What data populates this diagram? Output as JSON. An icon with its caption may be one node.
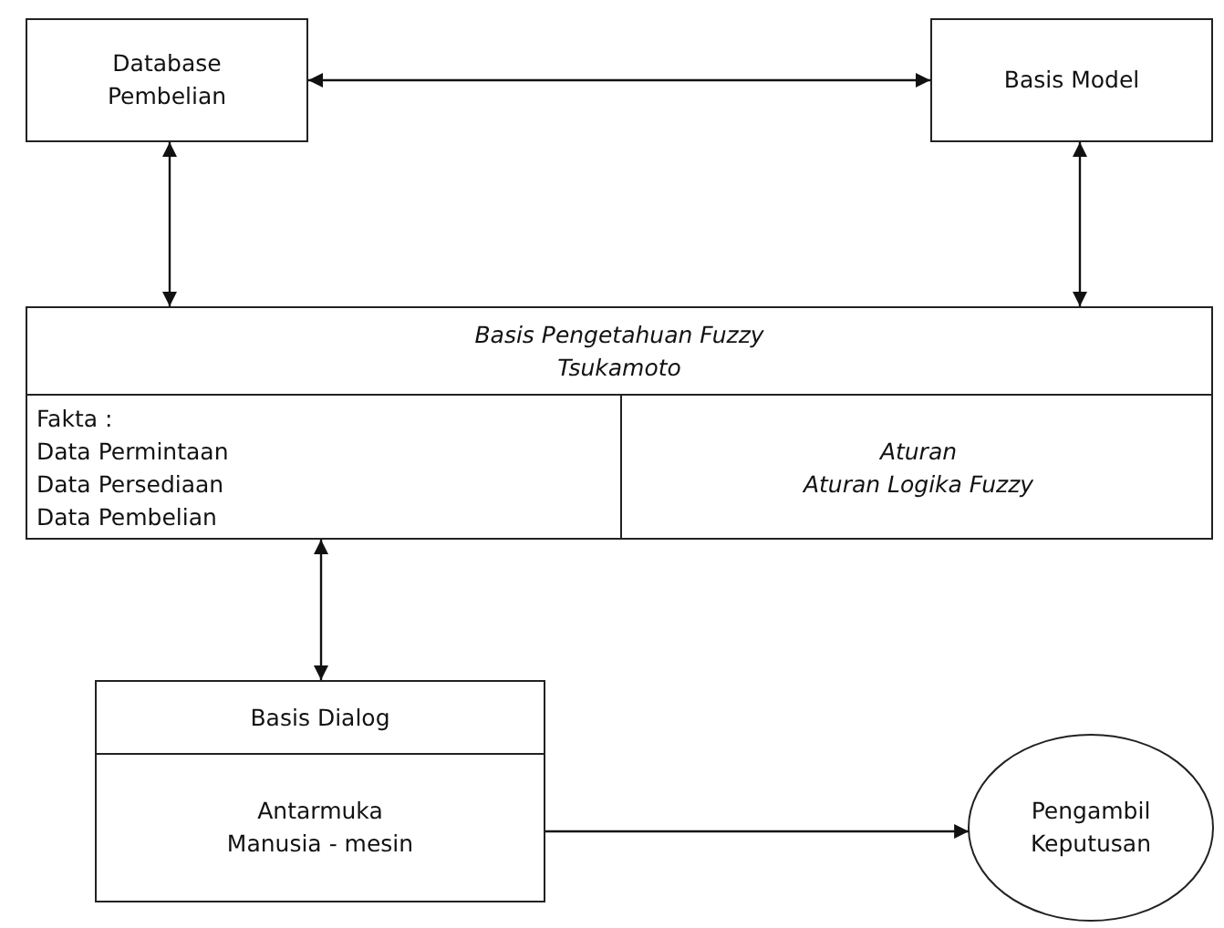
{
  "diagram": {
    "nodes": [
      {
        "text": [
          "Database Pembelian"
        ]
      },
      {
        "text": [
          "Basis Model"
        ]
      },
      {
        "text": [
          "Basis Pengetahuan Fuzzy Tsukamoto"
        ]
      },
      {
        "text": [
          "Fakta :",
          "Data Permintaan",
          "Data Persediaan",
          "Data Pembelian"
        ],
        "in": 2
      },
      {
        "text": [
          "Aturan",
          "Aturan Logika Fuzzy"
        ],
        "in": 2
      },
      {
        "text": [
          "Basis Dialog",
          "Antarmuka Manusia - mesin"
        ]
      },
      {
        "text": [
          "Pengambil Keputusan"
        ]
      }
    ],
    "edges": [
      {
        "from": 0,
        "to": 1,
        "arrow": "both"
      },
      {
        "from": 0,
        "to": 2,
        "arrow": "both"
      },
      {
        "from": 1,
        "to": 2,
        "arrow": "both"
      },
      {
        "from": 3,
        "to": 5,
        "arrow": "both"
      },
      {
        "from": 5,
        "to": 6,
        "arrow": "to"
      }
    ]
  }
}
